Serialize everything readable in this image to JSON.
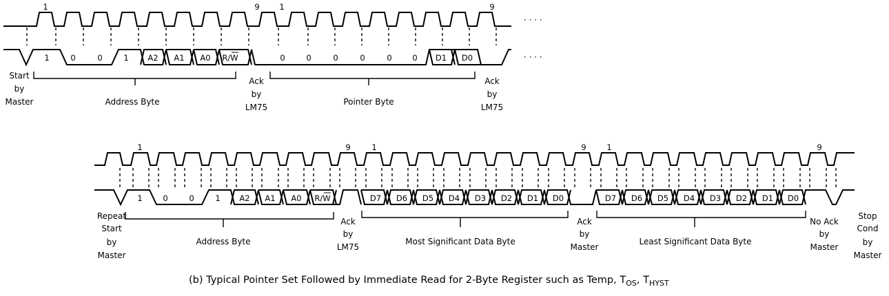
{
  "rowA": {
    "clock_numbers": [
      "1",
      "9",
      "1",
      "9"
    ],
    "data_segments": [
      "1",
      "0",
      "0",
      "1",
      "A2",
      "A1",
      "A0",
      "R/W",
      "0",
      "0",
      "0",
      "0",
      "0",
      "0",
      "D1",
      "D0"
    ],
    "labels": {
      "start": [
        "Start",
        "by",
        "Master"
      ],
      "address_byte": "Address Byte",
      "ack1": [
        "Ack",
        "by",
        "LM75"
      ],
      "pointer_byte": "Pointer Byte",
      "ack2": [
        "Ack",
        "by",
        "LM75"
      ]
    }
  },
  "rowB": {
    "clock_numbers": [
      "1",
      "9",
      "1",
      "9",
      "1",
      "9"
    ],
    "data_segments": [
      "1",
      "0",
      "0",
      "1",
      "A2",
      "A1",
      "A0",
      "R/W",
      "D7",
      "D6",
      "D5",
      "D4",
      "D3",
      "D2",
      "D1",
      "D0",
      "D7",
      "D6",
      "D5",
      "D4",
      "D3",
      "D2",
      "D1",
      "D0"
    ],
    "labels": {
      "repeat_start": [
        "Repeat",
        "Start",
        "by",
        "Master"
      ],
      "address_byte": "Address Byte",
      "ack1": [
        "Ack",
        "by",
        "LM75"
      ],
      "msb": "Most Significant Data Byte",
      "ack2": [
        "Ack",
        "by",
        "Master"
      ],
      "lsb": "Least Significant Data Byte",
      "no_ack": [
        "No Ack",
        "by",
        "Master"
      ],
      "stop": [
        "Stop",
        "Cond",
        "by",
        "Master"
      ]
    }
  },
  "caption": {
    "prefix": "(b) Typical Pointer Set Followed by Immediate Read for 2-Byte Register such as Temp, T",
    "sub1": "OS",
    "mid": ", T",
    "sub2": "HYST"
  }
}
